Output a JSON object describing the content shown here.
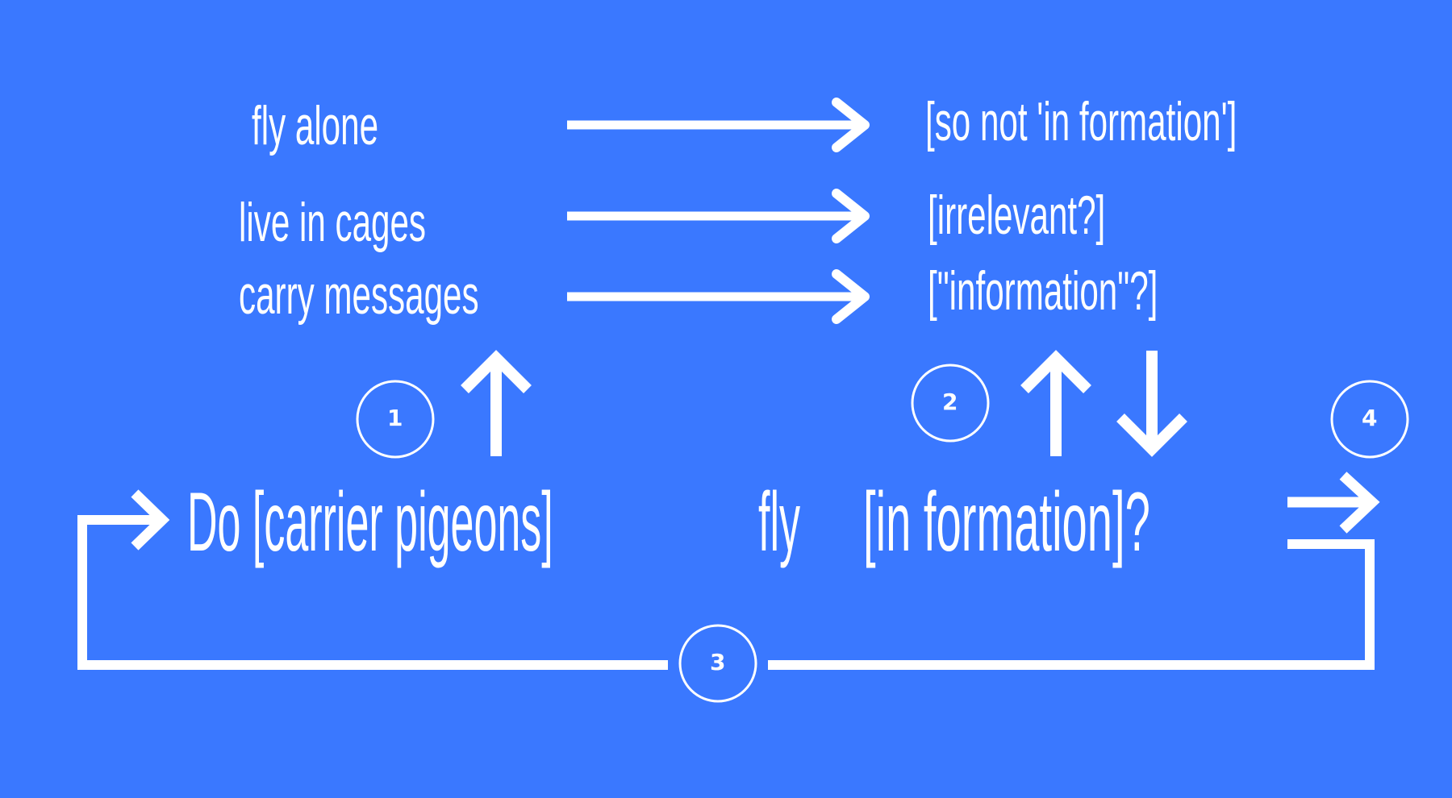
{
  "diagram": {
    "background_color": "#3A78FF",
    "foreground_color": "#FFFFFF",
    "rows": [
      {
        "left": "fly alone",
        "right": "[so not 'in formation']"
      },
      {
        "left": "live in cages",
        "right": "[irrelevant?]"
      },
      {
        "left": "carry messages",
        "right": "[\"information\"?]"
      }
    ],
    "question": {
      "part1": "Do [carrier pigeons]",
      "part2": "fly",
      "part3": "[in formation]?"
    },
    "steps": [
      {
        "number": "1"
      },
      {
        "number": "2"
      },
      {
        "number": "3"
      },
      {
        "number": "4"
      }
    ]
  }
}
